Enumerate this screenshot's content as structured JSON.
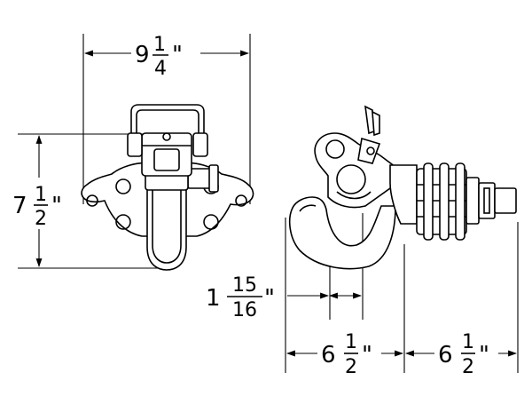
{
  "dimensions": {
    "front_width": {
      "whole": "9",
      "numerator": "1",
      "denominator": "4",
      "unit": "\""
    },
    "front_height": {
      "whole": "7",
      "numerator": "1",
      "denominator": "2",
      "unit": "\""
    },
    "hook_throat": {
      "whole": "1",
      "numerator": "15",
      "denominator": "16",
      "unit": "\""
    },
    "hook_length": {
      "whole": "6",
      "numerator": "1",
      "denominator": "2",
      "unit": "\""
    },
    "shank_length": {
      "whole": "6",
      "numerator": "1",
      "denominator": "2",
      "unit": "\""
    }
  }
}
